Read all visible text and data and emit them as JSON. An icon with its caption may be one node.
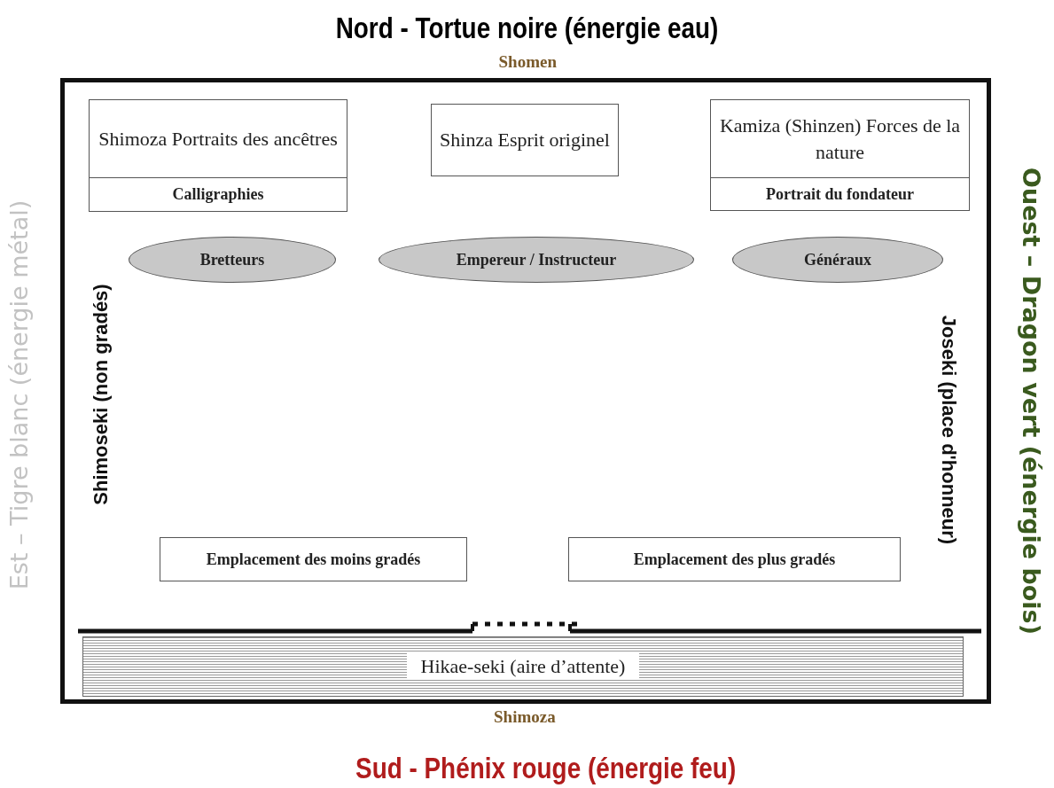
{
  "diagram": {
    "title": "Nord - Tortue noire (énergie eau)",
    "nodes": [
      {
        "text": [],
        "shape": "box"
      },
      {
        "text": [
          "Shimoza Portraits des ancêtres",
          "Calligraphies"
        ],
        "in": 0
      },
      {
        "text": [
          "Shinza Esprit originel"
        ],
        "in": 0
      },
      {
        "text": [
          "Kamiza (Shinzen) Forces de la nature",
          "Portrait du fondateur"
        ],
        "in": 0
      },
      {
        "text": [
          "Bretteurs"
        ],
        "in": 0
      },
      {
        "text": [
          "Empereur / Instructeur"
        ],
        "in": 0
      },
      {
        "text": [
          "Généraux"
        ],
        "in": 0
      },
      {
        "text": [
          "Emplacement des moins gradés"
        ],
        "in": 0
      },
      {
        "text": [
          "Emplacement des plus gradés"
        ],
        "in": 0
      },
      {
        "text": [
          "Hikae-seki (aire d’attente)"
        ],
        "in": 0
      }
    ],
    "labels": [
      "Shomen",
      "Est – Tigre blanc (énergie métal)",
      "Shimoseki (non gradés)",
      "Joseki (place d'honneur)",
      "Ouest – Dragon vert (énergie bois)",
      "Shimoza",
      "Sud - Phénix rouge (énergie feu)"
    ]
  }
}
